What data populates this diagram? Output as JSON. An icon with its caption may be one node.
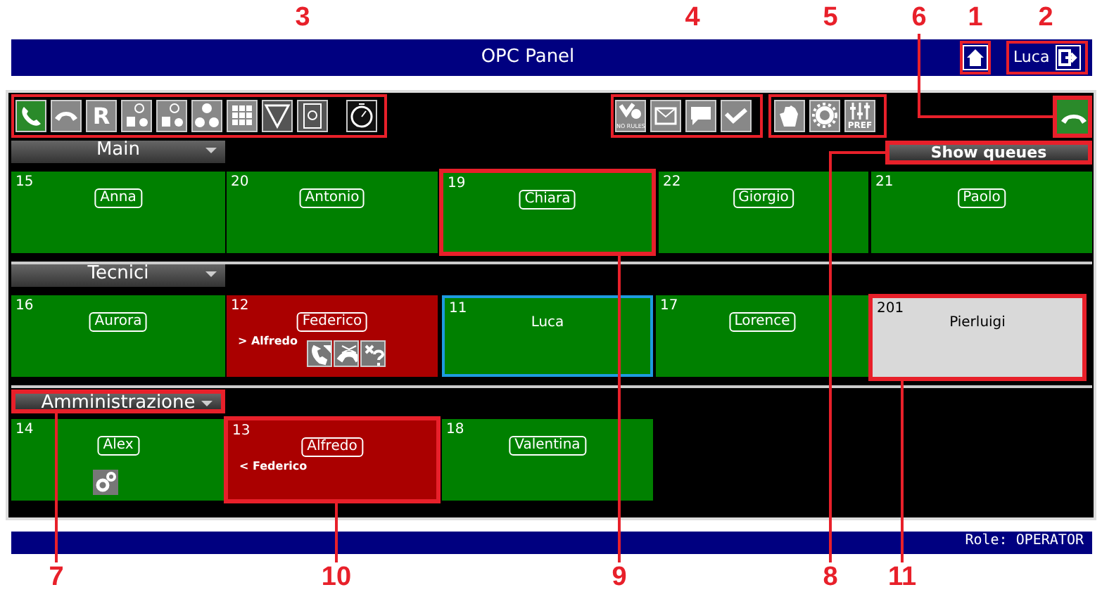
{
  "diagram": {
    "nodes": [
      {
        "text": [
          "6"
        ]
      },
      {
        "text": [],
        "shape": "box"
      },
      {
        "text": [
          "Main"
        ]
      },
      {
        "text": [
          "Show queues"
        ]
      },
      {
        "text": [
          "15",
          "Anna"
        ]
      },
      {
        "text": [
          "20",
          "Antonio"
        ]
      },
      {
        "text": [
          "19",
          "Chiara"
        ]
      },
      {
        "text": [
          "22",
          "Giorgio"
        ]
      },
      {
        "text": [
          "21",
          "Paolo"
        ]
      },
      {
        "text": [
          "Tecnici"
        ]
      },
      {
        "text": [
          "16",
          "Aurora"
        ]
      },
      {
        "text": [
          "12",
          "Federico",
          "> Alfredo"
        ]
      },
      {
        "text": [
          "11",
          "Luca"
        ]
      },
      {
        "text": [
          "17",
          "Lorence"
        ]
      },
      {
        "text": [
          "201",
          "Pierluigi"
        ]
      },
      {
        "text": [
          "Amministrazione"
        ]
      },
      {
        "text": [
          "14",
          "Alex"
        ]
      },
      {
        "text": [
          "13",
          "Alfredo",
          "< Federico"
        ]
      },
      {
        "text": [
          "18",
          "Valentina"
        ]
      },
      {
        "text": [
          "7"
        ]
      },
      {
        "text": [
          "10"
        ]
      },
      {
        "text": [
          "9"
        ]
      },
      {
        "text": [
          "8"
        ]
      },
      {
        "text": [
          "11"
        ]
      }
    ],
    "edges": [
      {
        "from": 0,
        "to": 1,
        "arrow": "none"
      },
      {
        "from": 19,
        "to": 15,
        "arrow": "none"
      },
      {
        "from": 20,
        "to": 17,
        "arrow": "none"
      },
      {
        "from": 21,
        "to": 6,
        "arrow": "none"
      },
      {
        "from": 22,
        "to": 3,
        "arrow": "none"
      },
      {
        "from": 23,
        "to": 14,
        "arrow": "none"
      }
    ],
    "labels": [
      "3",
      "4",
      "5",
      "1",
      "2",
      "OPC Panel",
      "Luca",
      "R",
      "NO RULES",
      "PREF",
      "Role: OPERATOR"
    ]
  }
}
